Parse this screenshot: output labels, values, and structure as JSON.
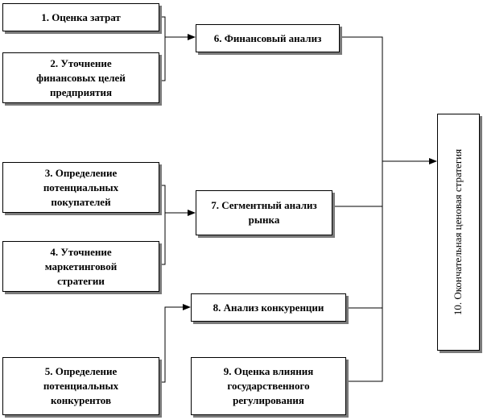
{
  "diagram": {
    "boxes": [
      {
        "id": "b1",
        "label": "1. Оценка затрат"
      },
      {
        "id": "b2",
        "label": "2. Уточнение\nфинансовых целей\nпредприятия"
      },
      {
        "id": "b3",
        "label": "3. Определение\nпотенциальных\nпокупателей"
      },
      {
        "id": "b4",
        "label": "4. Уточнение\nмаркетинговой\nстратегии"
      },
      {
        "id": "b5",
        "label": "5. Определение\nпотенциальных\nконкурентов"
      },
      {
        "id": "b6",
        "label": "6. Финансовый анализ"
      },
      {
        "id": "b7",
        "label": "7. Сегментный анализ\nрынка"
      },
      {
        "id": "b8",
        "label": "8. Анализ конкуренции"
      },
      {
        "id": "b9",
        "label": "9. Оценка влияния\nгосударственного\nрегулирования"
      },
      {
        "id": "b10",
        "label": "10. Окончательная ценовая стратегия"
      }
    ],
    "edges": [
      {
        "from": "b1",
        "to": "b6"
      },
      {
        "from": "b2",
        "to": "b6"
      },
      {
        "from": "b3",
        "to": "b7"
      },
      {
        "from": "b4",
        "to": "b7"
      },
      {
        "from": "b5",
        "to": "b8"
      },
      {
        "from": "b6",
        "to": "b10"
      },
      {
        "from": "b7",
        "to": "b10"
      },
      {
        "from": "b8",
        "to": "b10"
      },
      {
        "from": "b9",
        "to": "b10"
      }
    ]
  }
}
